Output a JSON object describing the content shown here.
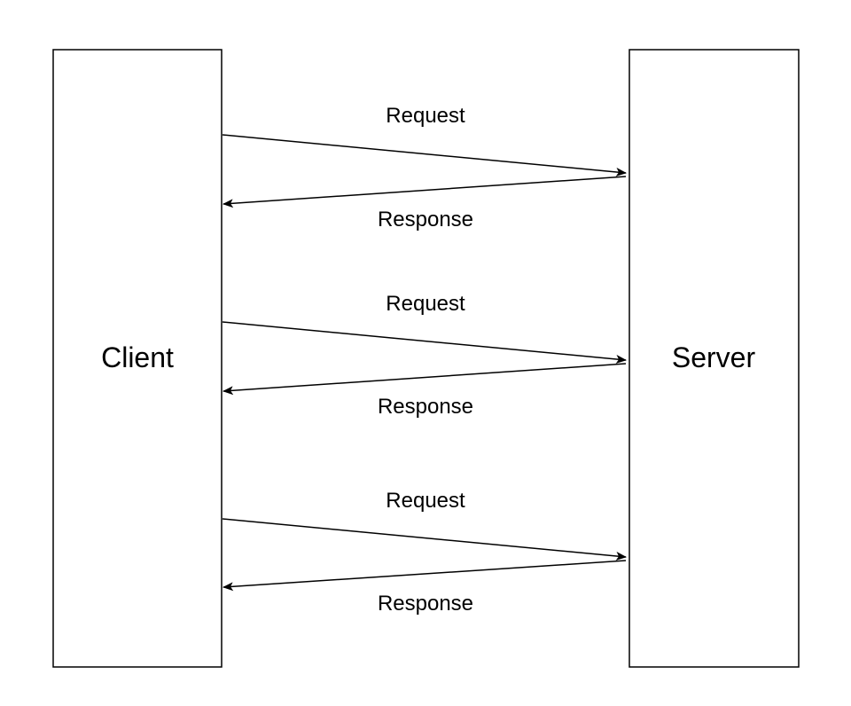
{
  "nodes": {
    "client": {
      "label": "Client"
    },
    "server": {
      "label": "Server"
    }
  },
  "exchanges": [
    {
      "request": "Request",
      "response": "Response"
    },
    {
      "request": "Request",
      "response": "Response"
    },
    {
      "request": "Request",
      "response": "Response"
    }
  ],
  "colors": {
    "stroke": "#000000",
    "text": "#000000",
    "background": "#ffffff"
  }
}
